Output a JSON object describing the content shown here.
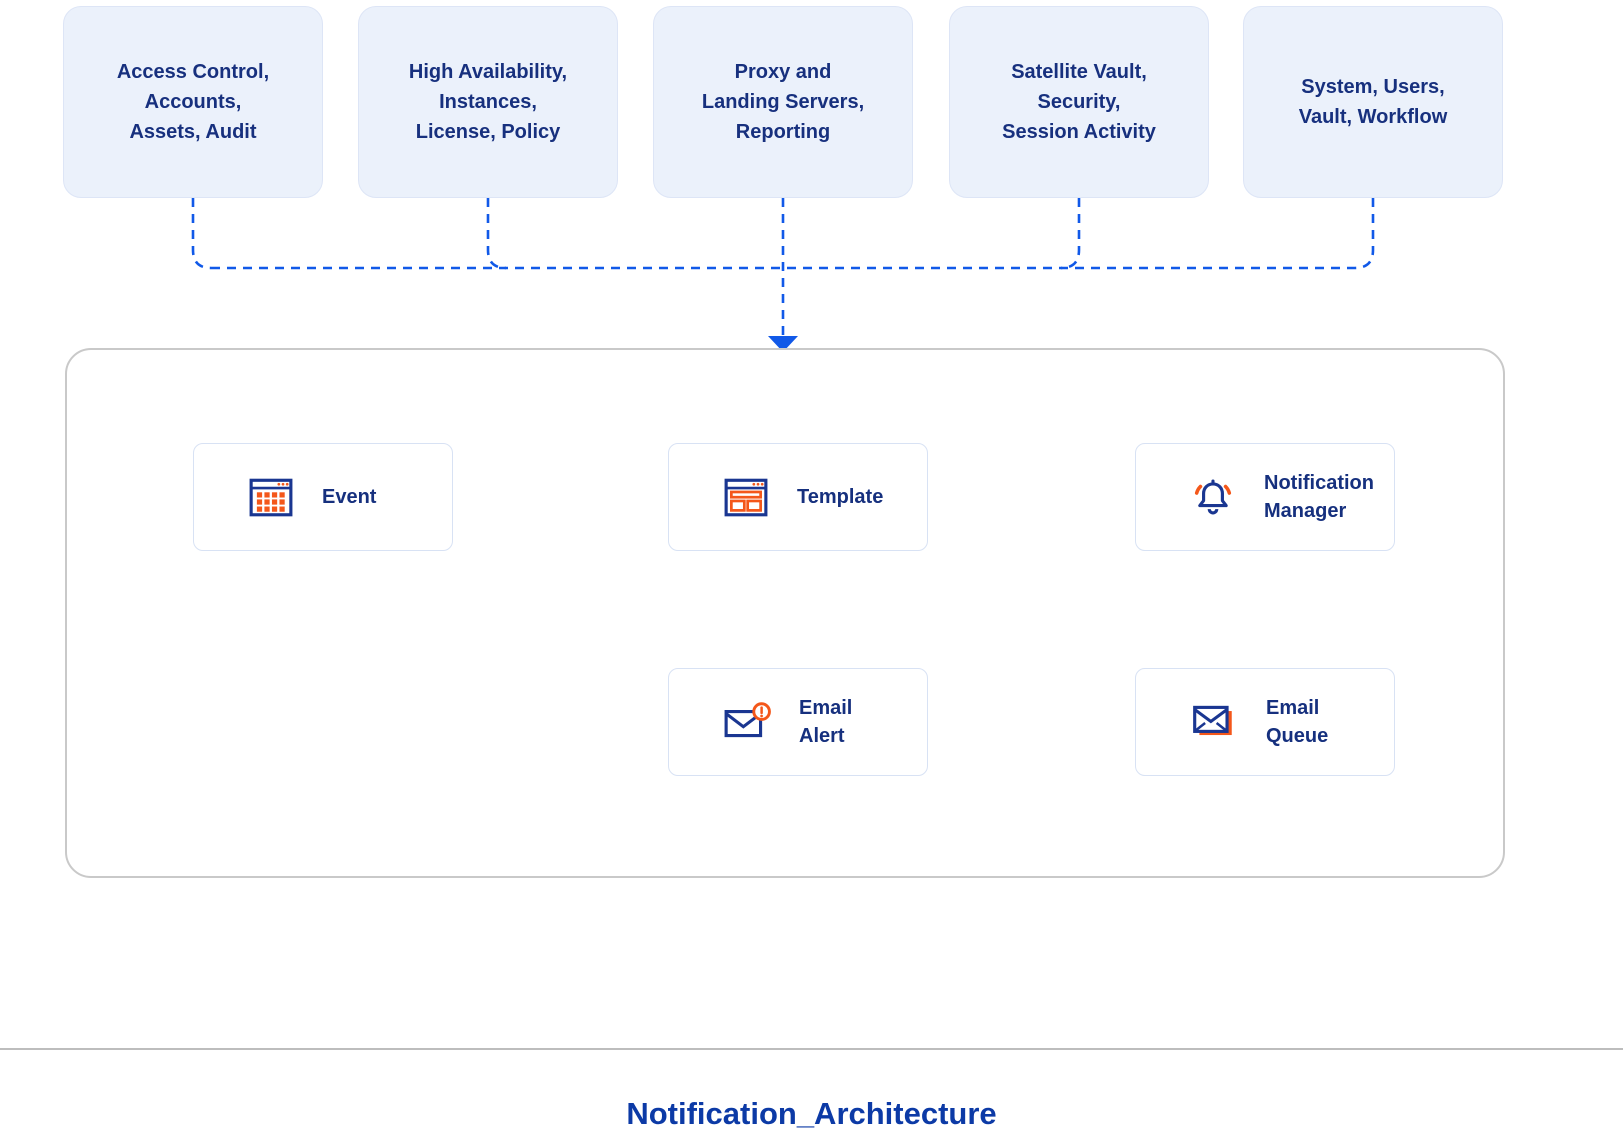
{
  "diagram": {
    "title": "Notification_Architecture",
    "source_groups": [
      {
        "label": "Access Control,\nAccounts,\nAssets, Audit"
      },
      {
        "label": "High Availability,\nInstances,\nLicense, Policy"
      },
      {
        "label": "Proxy and\nLanding Servers,\nReporting"
      },
      {
        "label": "Satellite Vault,\nSecurity,\nSession Activity"
      },
      {
        "label": "System, Users,\nVault, Workflow"
      }
    ],
    "nodes": [
      {
        "id": "event",
        "label": "Event",
        "icon": "calendar-grid-icon"
      },
      {
        "id": "template",
        "label": "Template",
        "icon": "template-window-icon"
      },
      {
        "id": "notification-manager",
        "label": "Notification\nManager",
        "icon": "bell-icon"
      },
      {
        "id": "email-alert",
        "label": "Email\nAlert",
        "icon": "email-alert-icon"
      },
      {
        "id": "email-queue",
        "label": "Email\nQueue",
        "icon": "email-queue-icon"
      }
    ],
    "edges": [
      {
        "from": "source-groups-bus",
        "to": "notification-system-container",
        "style": "dashed-arrow"
      },
      {
        "from": "event",
        "to": "template",
        "style": "dashed-arrow"
      },
      {
        "from": "template",
        "to": "notification-manager",
        "style": "dashed-arrow"
      },
      {
        "from": "email-queue",
        "to": "email-alert",
        "style": "dashed-arrow"
      }
    ],
    "colors": {
      "connector_blue": "#1159e8",
      "navy_text": "#16307e",
      "title_blue": "#0c3aa6",
      "icon_navy": "#1a3691",
      "icon_orange": "#f4571a",
      "group_fill": "#ebf1fb",
      "node_border": "#d8e2f4",
      "container_border": "#c9c9c9",
      "divider_gray": "#bdbdbd"
    }
  }
}
